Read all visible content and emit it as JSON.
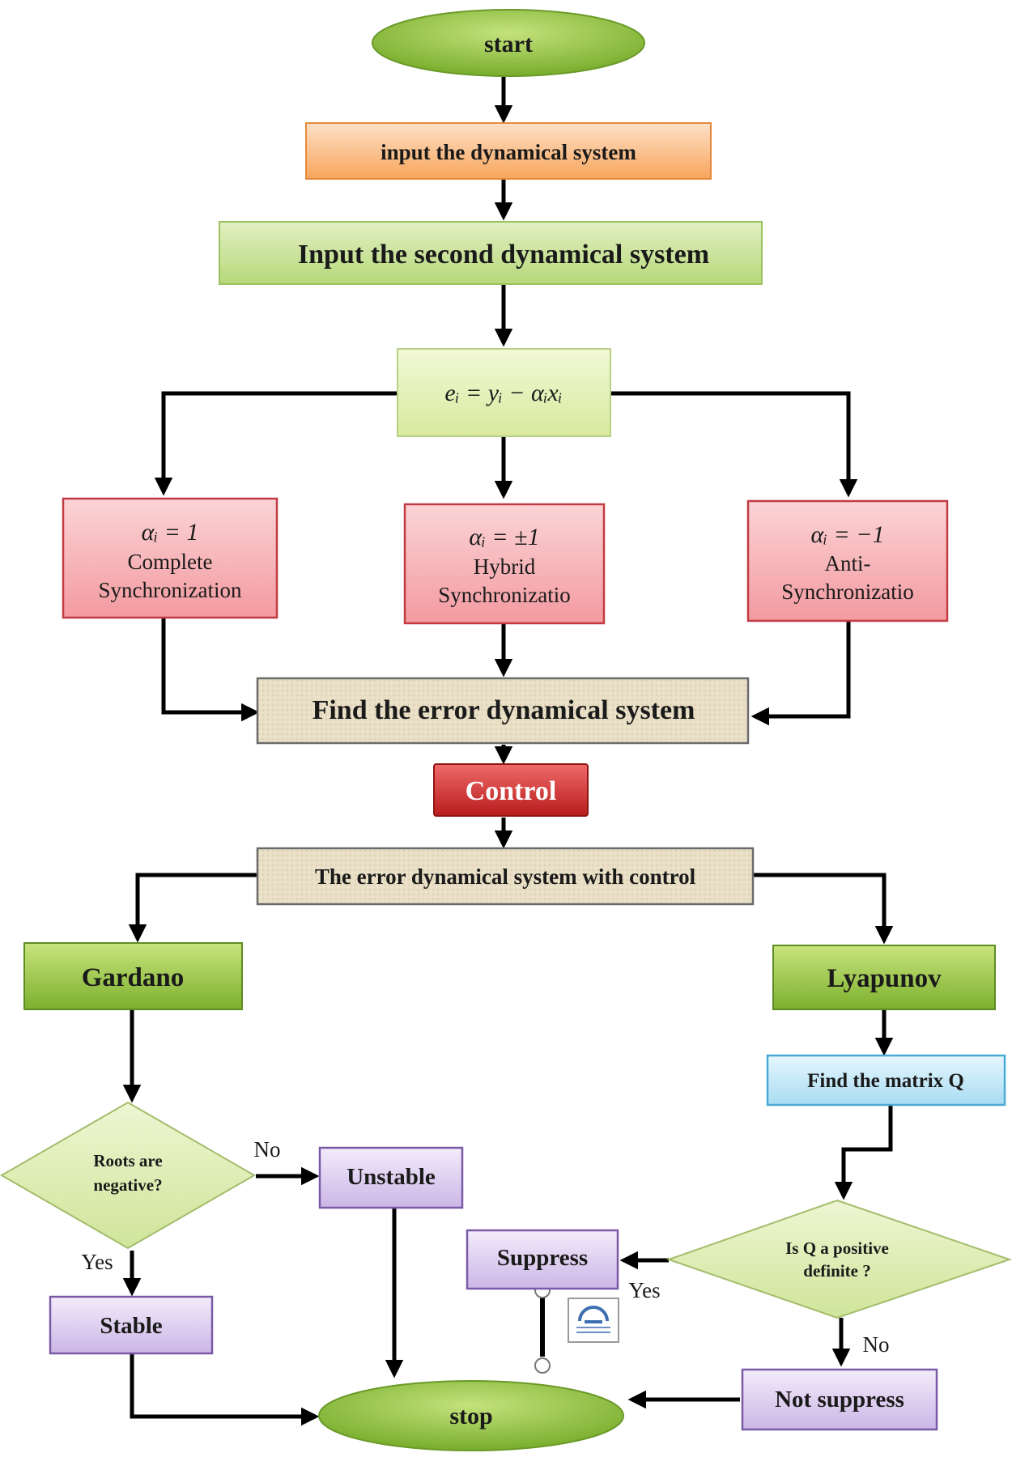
{
  "nodes": {
    "start": "start",
    "input_first": "input  the  dynamical system",
    "input_second": "Input the second dynamical system",
    "error_def": "eᵢ = yᵢ − αᵢxᵢ",
    "complete": {
      "formula": "αᵢ = 1",
      "line1": "Complete",
      "line2": "Synchronization"
    },
    "hybrid": {
      "formula": "αᵢ = ±1",
      "line1": "Hybrid",
      "line2": "Synchronizatio"
    },
    "anti": {
      "formula": "αᵢ = −1",
      "line1": "Anti-",
      "line2": "Synchronizatio"
    },
    "find_error": "Find the error dynamical system",
    "control": "Control",
    "error_with_control": "The error dynamical system with control",
    "gardano": "Gardano",
    "lyapunov": "Lyapunov",
    "find_q": "Find the matrix Q",
    "roots_q": {
      "line1": "Roots are",
      "line2": "negative?"
    },
    "is_q": {
      "line1": "Is Q a positive",
      "line2": "definite ?"
    },
    "unstable": "Unstable",
    "stable": "Stable",
    "suppress": "Suppress",
    "not_suppress": "Not suppress",
    "stop": "stop"
  },
  "edge_labels": {
    "roots_no": "No",
    "roots_yes": "Yes",
    "q_yes": "Yes",
    "q_no": "No"
  },
  "colors": {
    "start_stop": "#8dc63f",
    "input_first": "#f8a55c",
    "input_second": "#c6e08f",
    "error_def": "#e4f0b4",
    "sync": "#f4a3a8",
    "find_error": "#e8dcc0",
    "control": "#d22a2a",
    "gardano_lyapunov": "#92c83e",
    "find_q": "#bfe6f6",
    "decision": "#dcedb0",
    "outcome": "#dcccef"
  }
}
